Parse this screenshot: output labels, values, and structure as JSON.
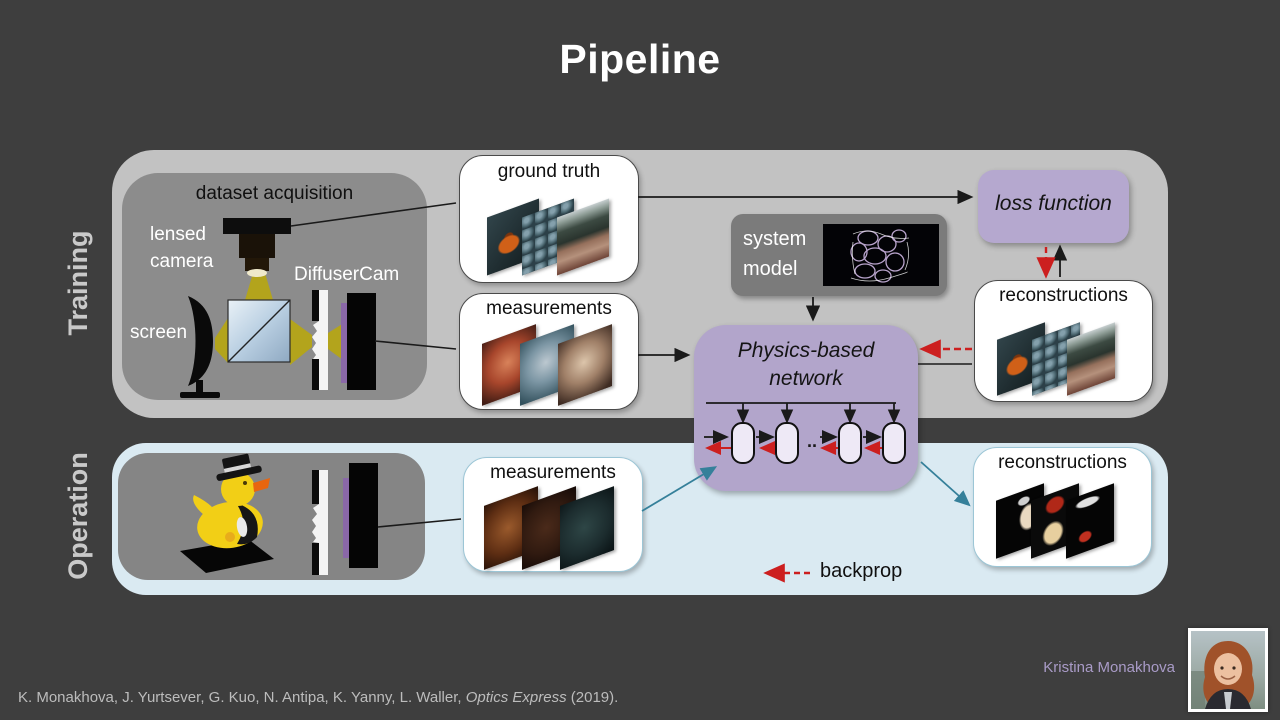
{
  "title": "Pipeline",
  "labels": {
    "training": "Training",
    "operation": "Operation"
  },
  "training": {
    "dataset_acquisition": "dataset acquisition",
    "lensed_camera_line1": "lensed",
    "lensed_camera_line2": "camera",
    "diffusercam": "DiffuserCam",
    "screen": "screen",
    "ground_truth": "ground truth",
    "measurements": "measurements",
    "system_model_line1": "system",
    "system_model_line2": "model",
    "loss_function": "loss function",
    "reconstructions": "reconstructions"
  },
  "network": {
    "line1": "Physics-based",
    "line2": "network",
    "dots": ".."
  },
  "operation": {
    "measurements": "measurements",
    "reconstructions": "reconstructions",
    "backprop": "backprop"
  },
  "footer": {
    "citation_pre": "K. Monakhova, J. Yurtsever, G. Kuo, N. Antipa, K. Yanny, L. Waller, ",
    "citation_italic": "Optics Express",
    "citation_post": " (2019).",
    "author": "Kristina Monakhova"
  },
  "colors": {
    "background": "#3e3e3e",
    "training_panel": "#c2c2c2",
    "operation_panel": "#daeaf2",
    "inner_gray": "#8c8c8c",
    "system_model_gray": "#7b7b7b",
    "accent_purple": "#b5a8cf",
    "backprop_red": "#cc1f1f",
    "operation_arrow_teal": "#35809a",
    "beam_yellow": "#b3a41c"
  }
}
